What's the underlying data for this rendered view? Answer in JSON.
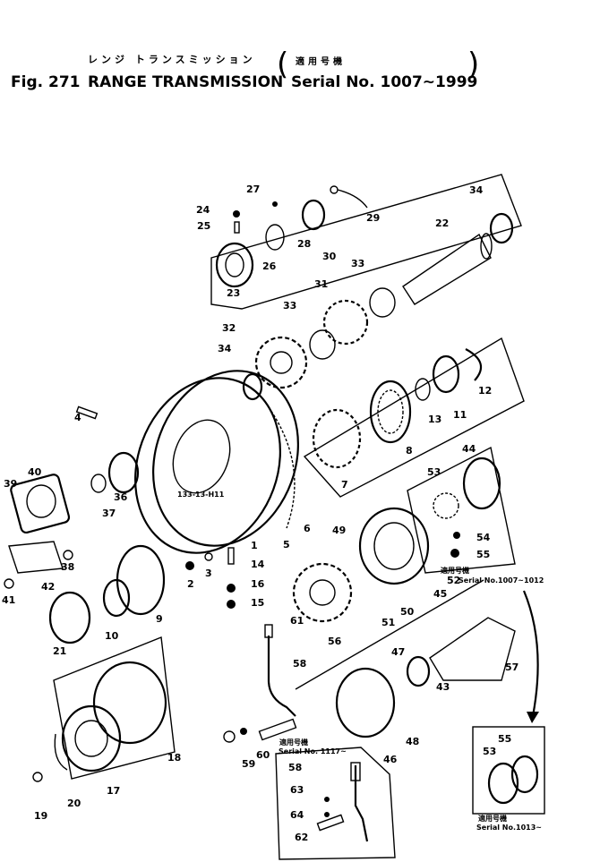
{
  "header": {
    "japanese_title": "レンジ トランスミッション",
    "figure_number": "Fig. 271",
    "title": "RANGE TRANSMISSION",
    "applicable_label_jp": "適用号機",
    "serial_range": "Serial No. 1007~1999"
  },
  "diagram": {
    "serial_notes": [
      {
        "jp": "適用号機",
        "text": "Serial No.1007~1012"
      },
      {
        "jp": "適用号機",
        "text": "Serial No. 1117~"
      },
      {
        "jp": "適用号機",
        "text": "Serial No.1013~"
      }
    ],
    "housing_marking": "133-13-H11",
    "part_labels": [
      "24",
      "25",
      "27",
      "26",
      "28",
      "30",
      "29",
      "34",
      "22",
      "23",
      "33",
      "31",
      "33",
      "32",
      "34",
      "12",
      "11",
      "13",
      "8",
      "7",
      "44",
      "53",
      "4",
      "40",
      "39",
      "36",
      "37",
      "38",
      "6",
      "5",
      "1",
      "14",
      "3",
      "2",
      "16",
      "15",
      "41",
      "42",
      "9",
      "10",
      "21",
      "49",
      "54",
      "55",
      "52",
      "45",
      "50",
      "51",
      "56",
      "61",
      "58",
      "47",
      "57",
      "43",
      "48",
      "46",
      "59",
      "60",
      "18",
      "17",
      "20",
      "19",
      "58",
      "63",
      "64",
      "62",
      "55",
      "53"
    ]
  }
}
